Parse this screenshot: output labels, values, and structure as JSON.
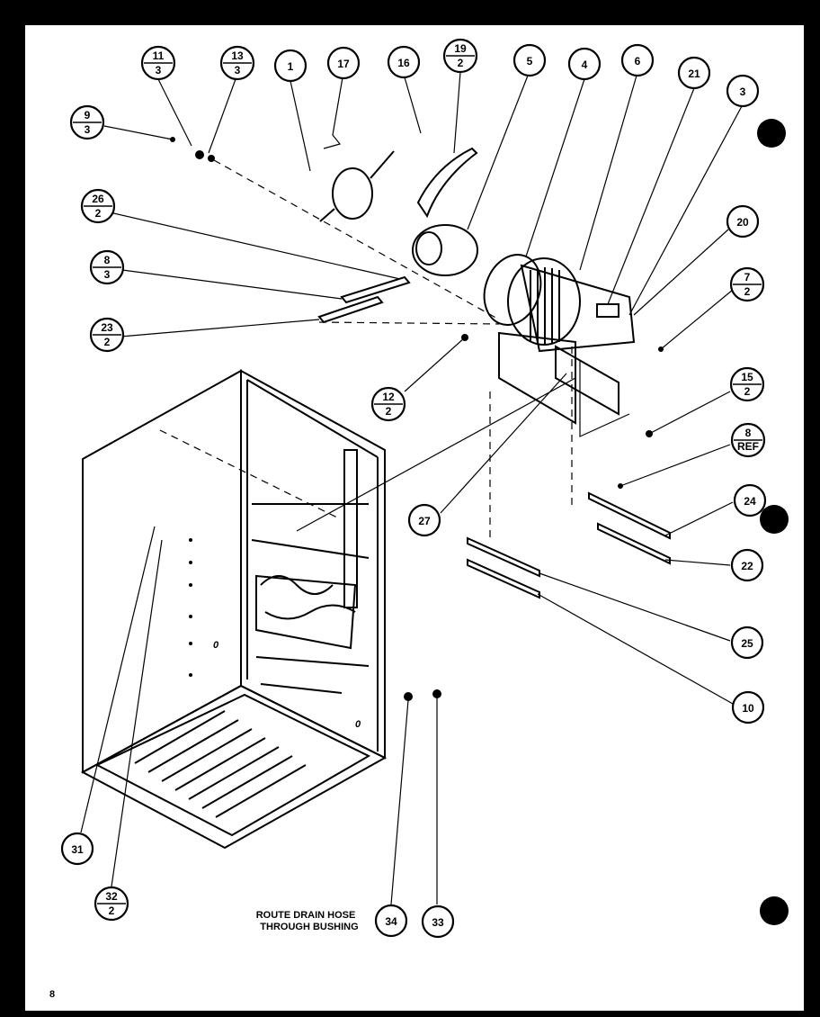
{
  "callouts": {
    "c11_3": {
      "top": "11",
      "bottom": "3"
    },
    "c13_3": {
      "top": "13",
      "bottom": "3"
    },
    "c1": {
      "label": "1"
    },
    "c17": {
      "label": "17"
    },
    "c16": {
      "label": "16"
    },
    "c19_2": {
      "top": "19",
      "bottom": "2"
    },
    "c5": {
      "label": "5"
    },
    "c4": {
      "label": "4"
    },
    "c6": {
      "label": "6"
    },
    "c21": {
      "label": "21"
    },
    "c3": {
      "label": "3"
    },
    "c9_3": {
      "top": "9",
      "bottom": "3"
    },
    "c26_2": {
      "top": "26",
      "bottom": "2"
    },
    "c8_3": {
      "top": "8",
      "bottom": "3"
    },
    "c23_2": {
      "top": "23",
      "bottom": "2"
    },
    "c20": {
      "label": "20"
    },
    "c7_2": {
      "top": "7",
      "bottom": "2"
    },
    "c12_2": {
      "top": "12",
      "bottom": "2"
    },
    "c15_2": {
      "top": "15",
      "bottom": "2"
    },
    "c8_ref": {
      "top": "8",
      "bottom": "REF"
    },
    "c24": {
      "label": "24"
    },
    "c27": {
      "label": "27"
    },
    "c22": {
      "label": "22"
    },
    "c25": {
      "label": "25"
    },
    "c10": {
      "label": "10"
    },
    "c31": {
      "label": "31"
    },
    "c32_2": {
      "top": "32",
      "bottom": "2"
    },
    "c34": {
      "label": "34"
    },
    "c33": {
      "label": "33"
    }
  },
  "note": {
    "line1": "ROUTE DRAIN HOSE",
    "line2": "THROUGH BUSHING"
  },
  "page_number": "8"
}
